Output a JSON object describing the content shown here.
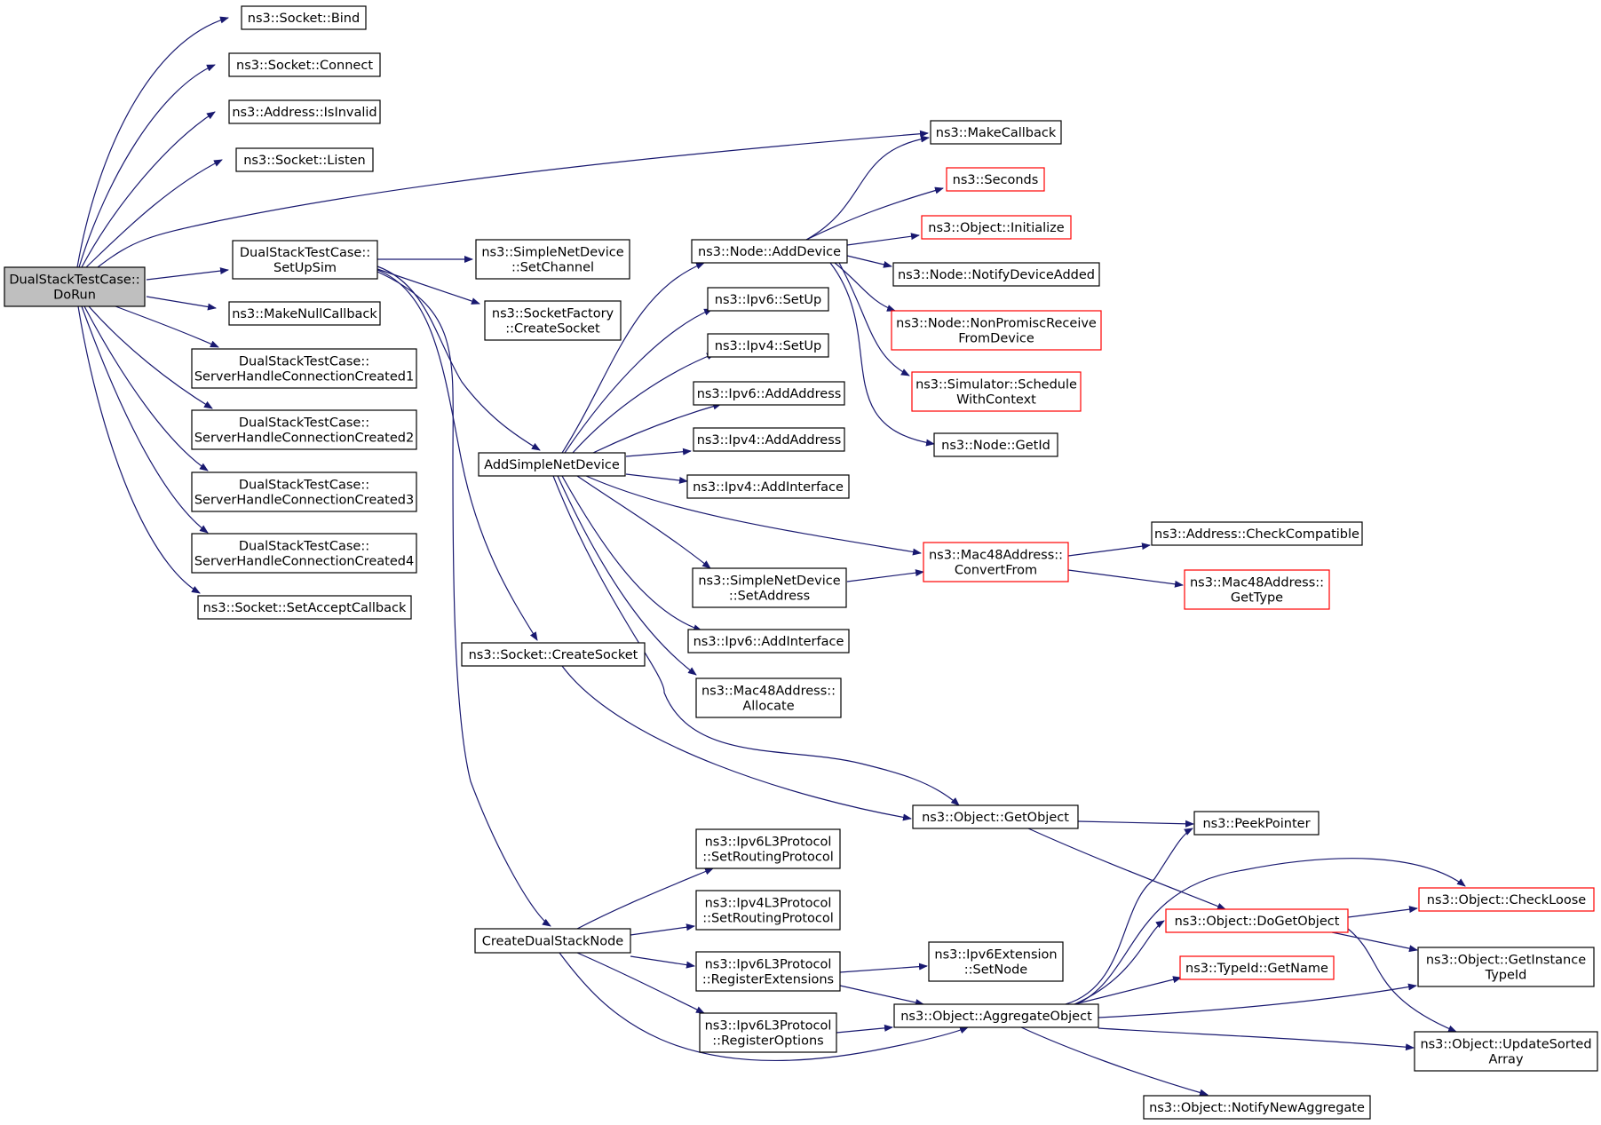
{
  "colors": {
    "edge": "#191970",
    "border": "#000000",
    "border_incomplete": "#ff0000",
    "root_fill": "#bfbfbf",
    "fill": "#ffffff"
  },
  "nodes": {
    "dorun": [
      "DualStackTestCase::",
      "DoRun"
    ],
    "bind": [
      "ns3::Socket::Bind"
    ],
    "connect": [
      "ns3::Socket::Connect"
    ],
    "isinvalid": [
      "ns3::Address::IsInvalid"
    ],
    "listen": [
      "ns3::Socket::Listen"
    ],
    "setupsim": [
      "DualStackTestCase::",
      "SetUpSim"
    ],
    "makenullcallback": [
      "ns3::MakeNullCallback"
    ],
    "shcc1": [
      "DualStackTestCase::",
      "ServerHandleConnectionCreated1"
    ],
    "shcc2": [
      "DualStackTestCase::",
      "ServerHandleConnectionCreated2"
    ],
    "shcc3": [
      "DualStackTestCase::",
      "ServerHandleConnectionCreated3"
    ],
    "shcc4": [
      "DualStackTestCase::",
      "ServerHandleConnectionCreated4"
    ],
    "setacceptcallback": [
      "ns3::Socket::SetAcceptCallback"
    ],
    "setchannel": [
      "ns3::SimpleNetDevice",
      "::SetChannel"
    ],
    "sf_createsocket": [
      "ns3::SocketFactory",
      "::CreateSocket"
    ],
    "addsimplenetdevice": [
      "AddSimpleNetDevice"
    ],
    "socket_createsocket": [
      "ns3::Socket::CreateSocket"
    ],
    "createdualstacknode": [
      "CreateDualStackNode"
    ],
    "node_adddevice": [
      "ns3::Node::AddDevice"
    ],
    "ipv6_setup": [
      "ns3::Ipv6::SetUp"
    ],
    "ipv4_setup": [
      "ns3::Ipv4::SetUp"
    ],
    "ipv6_addaddress": [
      "ns3::Ipv6::AddAddress"
    ],
    "ipv4_addaddress": [
      "ns3::Ipv4::AddAddress"
    ],
    "ipv4_addinterface": [
      "ns3::Ipv4::AddInterface"
    ],
    "snd_setaddress": [
      "ns3::SimpleNetDevice",
      "::SetAddress"
    ],
    "ipv6_addinterface": [
      "ns3::Ipv6::AddInterface"
    ],
    "mac48_allocate": [
      "ns3::Mac48Address::",
      "Allocate"
    ],
    "makecallback": [
      "ns3::MakeCallback"
    ],
    "seconds": [
      "ns3::Seconds"
    ],
    "object_initialize": [
      "ns3::Object::Initialize"
    ],
    "notifydeviceadded": [
      "ns3::Node::NotifyDeviceAdded"
    ],
    "nonpromisc": [
      "ns3::Node::NonPromiscReceive",
      "FromDevice"
    ],
    "schedulewithcontext": [
      "ns3::Simulator::Schedule",
      "WithContext"
    ],
    "node_getid": [
      "ns3::Node::GetId"
    ],
    "mac48_convertfrom": [
      "ns3::Mac48Address::",
      "ConvertFrom"
    ],
    "checkcompatible": [
      "ns3::Address::CheckCompatible"
    ],
    "mac48_gettype": [
      "ns3::Mac48Address::",
      "GetType"
    ],
    "object_getobject": [
      "ns3::Object::GetObject"
    ],
    "peekpointer": [
      "ns3::PeekPointer"
    ],
    "ipv6l3_setrouting": [
      "ns3::Ipv6L3Protocol",
      "::SetRoutingProtocol"
    ],
    "ipv4l3_setrouting": [
      "ns3::Ipv4L3Protocol",
      "::SetRoutingProtocol"
    ],
    "ipv6l3_regext": [
      "ns3::Ipv6L3Protocol",
      "::RegisterExtensions"
    ],
    "ipv6l3_regopt": [
      "ns3::Ipv6L3Protocol",
      "::RegisterOptions"
    ],
    "ipv6ext_setnode": [
      "ns3::Ipv6Extension",
      "::SetNode"
    ],
    "aggregateobject": [
      "ns3::Object::AggregateObject"
    ],
    "dogetobject": [
      "ns3::Object::DoGetObject"
    ],
    "typeid_getname": [
      "ns3::TypeId::GetName"
    ],
    "checkloose": [
      "ns3::Object::CheckLoose"
    ],
    "getinstancetypeid": [
      "ns3::Object::GetInstance",
      "TypeId"
    ],
    "updatesortedarray": [
      "ns3::Object::UpdateSorted",
      "Array"
    ],
    "notifynewaggregate": [
      "ns3::Object::NotifyNewAggregate"
    ]
  }
}
